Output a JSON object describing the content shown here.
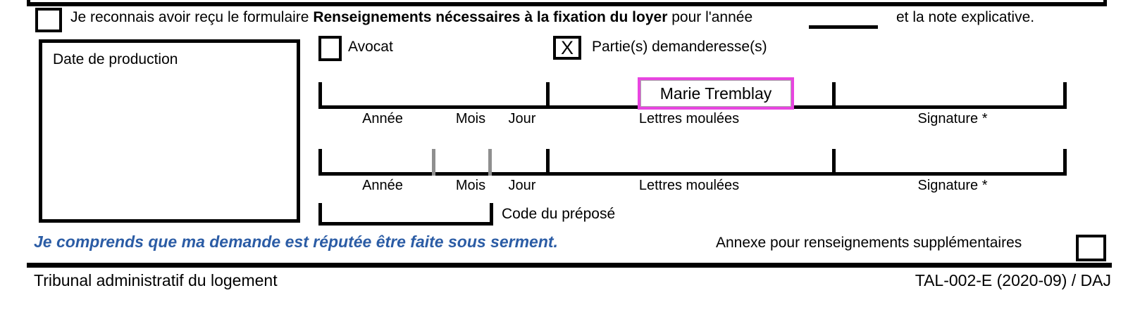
{
  "colors": {
    "oath_blue": "#2B5CA5",
    "highlight_magenta": "#E845E0",
    "gray_tick": "#8F8F8F",
    "ink": "#000000"
  },
  "acknowledgement": {
    "checkbox_checked": false,
    "prefix": "Je reconnais avoir reçu le formulaire ",
    "bold": "Renseignements nécessaires à la fixation du loyer",
    "middle": " pour l'année",
    "annee_value": "",
    "suffix": "et la note explicative."
  },
  "date_box": {
    "label": "Date de production",
    "value": ""
  },
  "role_checkboxes": {
    "avocat": {
      "label": "Avocat",
      "checked": false,
      "mark": ""
    },
    "partie_demanderesse": {
      "label": "Partie(s) demanderesse(s)",
      "checked": true,
      "mark": "X"
    }
  },
  "signature_rows": [
    {
      "annee_label": "Année",
      "mois_label": "Mois",
      "jour_label": "Jour",
      "lettres_label": "Lettres moulées",
      "signature_label": "Signature *",
      "lettres_value": "Marie Tremblay",
      "highlighted": true
    },
    {
      "annee_label": "Année",
      "mois_label": "Mois",
      "jour_label": "Jour",
      "lettres_label": "Lettres moulées",
      "signature_label": "Signature *",
      "lettres_value": "",
      "highlighted": false
    }
  ],
  "code_prepose": {
    "label": "Code du préposé",
    "value": ""
  },
  "oath": {
    "text": "Je comprends que ma demande est réputée être faite sous serment."
  },
  "annexe": {
    "label": "Annexe pour renseignements supplémentaires",
    "checked": false
  },
  "footer": {
    "left": "Tribunal administratif du logement",
    "right": "TAL-002-E (2020-09) / DAJ"
  }
}
